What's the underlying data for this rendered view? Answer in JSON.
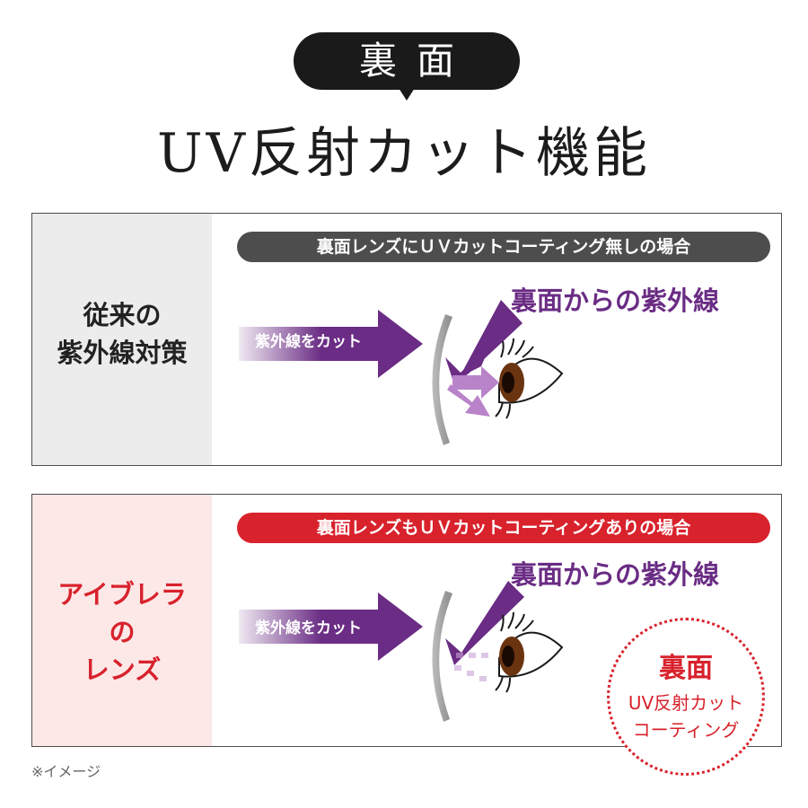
{
  "header": {
    "badge": "裏面",
    "title": "UV反射カット機能"
  },
  "panels": [
    {
      "left_label_lines": [
        "従来の",
        "紫外線対策"
      ],
      "pill": "裏面レンズにＵＶカットコーティング無しの場合",
      "uv_title": "裏面からの紫外線",
      "cut_text": "紫外線をカット"
    },
    {
      "left_label_lines": [
        "アイブレラ",
        "の",
        "レンズ"
      ],
      "pill": "裏面レンズもＵＶカットコーティングありの場合",
      "uv_title": "裏面からの紫外線",
      "cut_text": "紫外線をカット"
    }
  ],
  "stamp": {
    "line1": "裏面",
    "line2": "UV反射カット",
    "line3": "コーティング"
  },
  "footnote": "※イメージ",
  "colors": {
    "dark": "#1a1a1a",
    "purple": "#6a2c84",
    "red": "#d8222c",
    "gray_pill": "#4d4d4d",
    "pink_bg": "#fde8e8",
    "gray_bg": "#ececec"
  }
}
